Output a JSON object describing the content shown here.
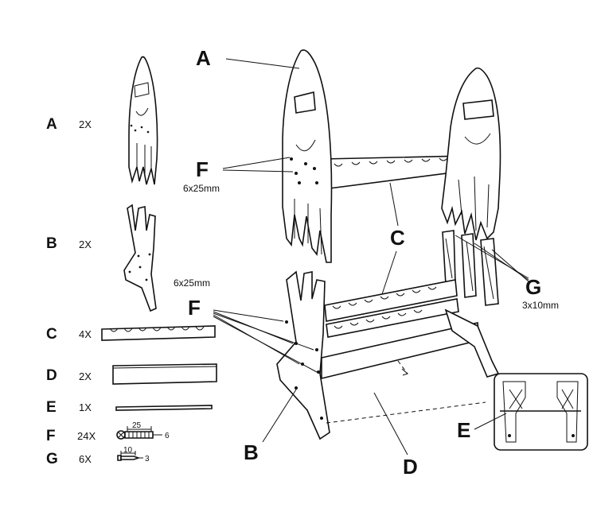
{
  "parts_list": [
    {
      "letter": "A",
      "qty": "2X"
    },
    {
      "letter": "B",
      "qty": "2X"
    },
    {
      "letter": "C",
      "qty": "4X"
    },
    {
      "letter": "D",
      "qty": "2X"
    },
    {
      "letter": "E",
      "qty": "1X"
    },
    {
      "letter": "F",
      "qty": "24X"
    },
    {
      "letter": "G",
      "qty": "6X"
    }
  ],
  "hardware": {
    "f_length": "25",
    "f_diameter": "6",
    "g_length": "10",
    "g_diameter": "3"
  },
  "loose_label": "6x25mm",
  "callouts": {
    "a": "A",
    "b": "B",
    "c": "C",
    "d": "D",
    "e": "E",
    "f_top": "F",
    "f_top_size": "6x25mm",
    "f_bottom": "F",
    "g": "G",
    "g_size": "3x10mm"
  }
}
